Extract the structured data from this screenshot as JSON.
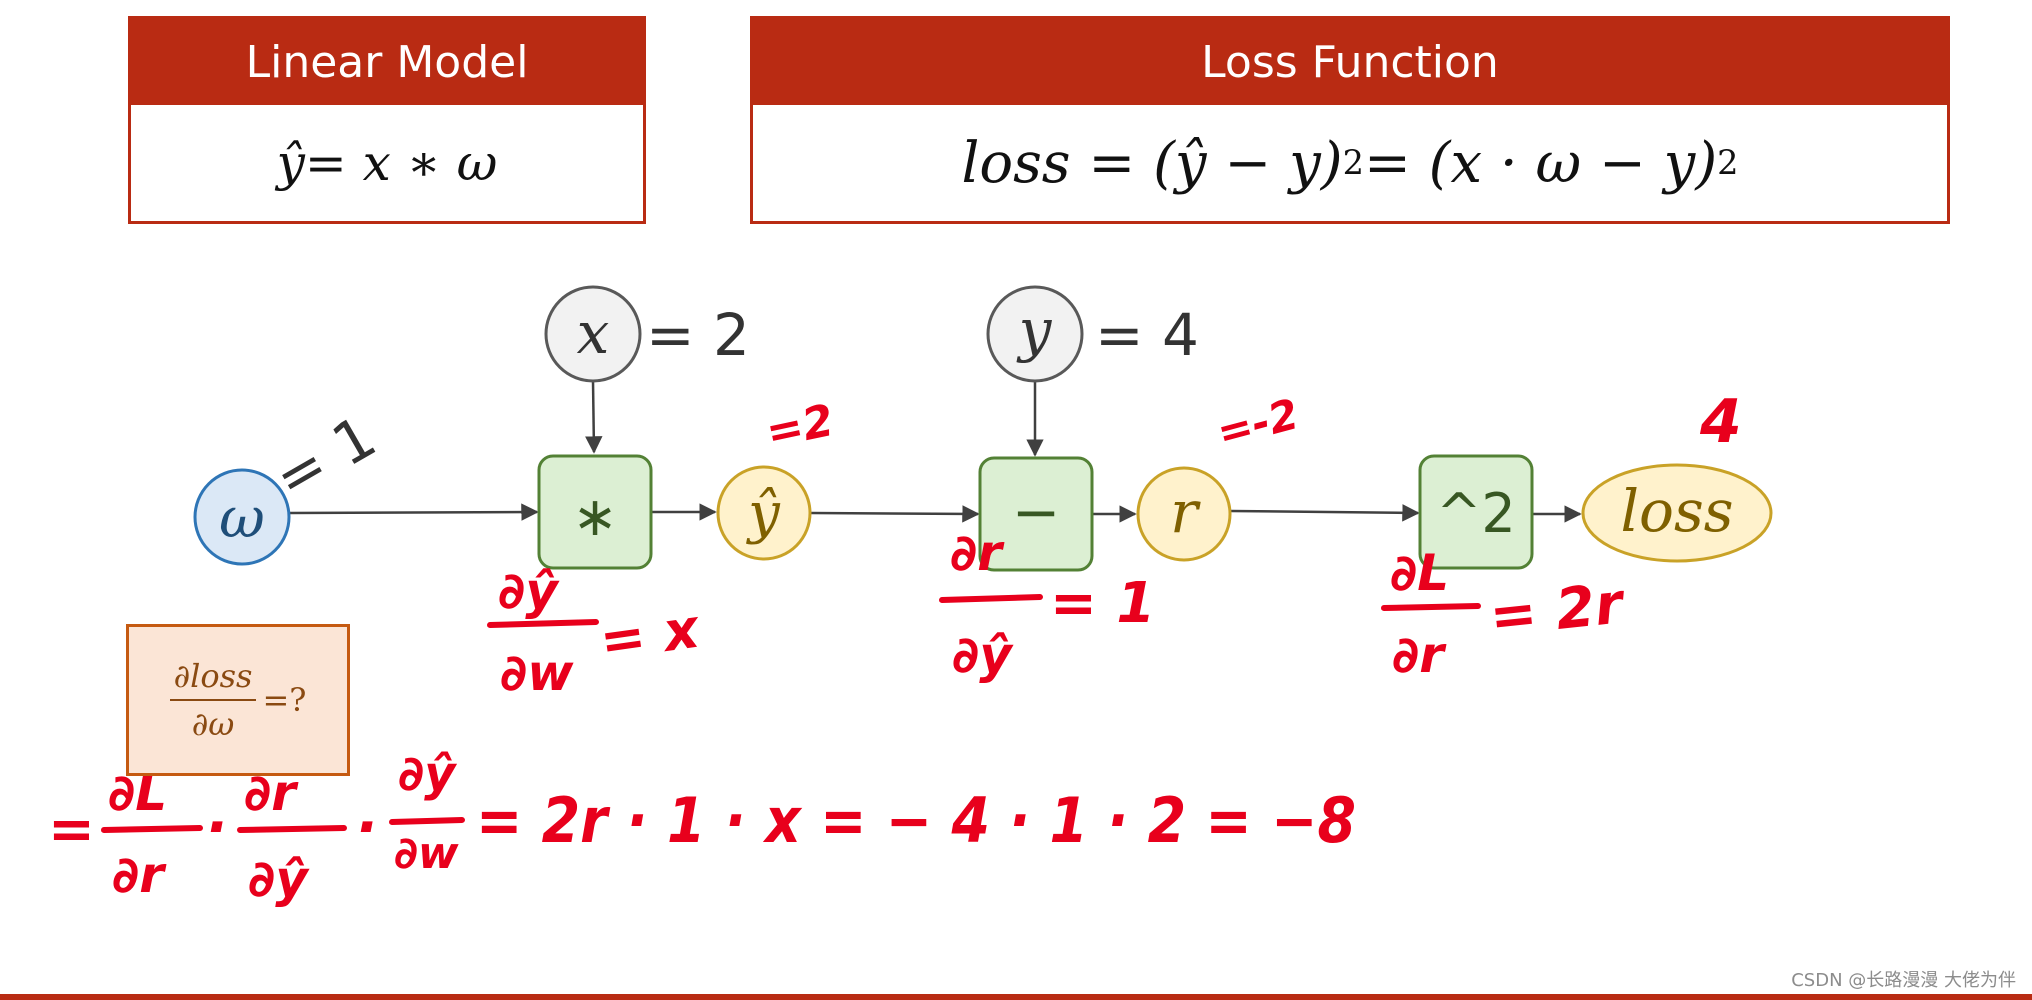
{
  "linear_model": {
    "title": "Linear Model",
    "eq_lhs": "ŷ",
    "eq_rest": " = x ∗ ω"
  },
  "loss_function": {
    "title": "Loss Function",
    "eq_a": "loss = (ŷ − y)",
    "sup_a": "2",
    "eq_b": "= (x · ω − y)",
    "sup_b": "2"
  },
  "graph": {
    "omega": {
      "label": "ω",
      "value_label": "= 1"
    },
    "x": {
      "label": "x",
      "value_label": "= 2"
    },
    "y": {
      "label": "y",
      "value_label": "= 4"
    },
    "multiply": {
      "label": "∗"
    },
    "yhat": {
      "label": "ŷ"
    },
    "subtract": {
      "label": "−"
    },
    "r": {
      "label": "r"
    },
    "square": {
      "label": "^2"
    },
    "loss": {
      "label": "loss"
    }
  },
  "question": {
    "numerator": "∂loss",
    "denominator": "∂ω",
    "suffix": "=?"
  },
  "handwriting": {
    "yhat_value": "=2",
    "r_value": "=-2",
    "loss_value": "4",
    "dyhat_dw_num": "∂ŷ",
    "dyhat_dw_den": "∂w",
    "dyhat_dw_val": "= x",
    "dr_dyhat_num": "∂r",
    "dr_dyhat_den": "∂ŷ",
    "dr_dyhat_val": "= 1",
    "dL_dr_num": "∂L",
    "dL_dr_den": "∂r",
    "dL_dr_val": "= 2r",
    "chain_prefix": "=",
    "chain_f1_num": "∂L",
    "chain_f1_den": "∂r",
    "chain_dot1": "·",
    "chain_f2_num": "∂r",
    "chain_f2_den": "∂ŷ",
    "chain_dot2": "·",
    "chain_f3_num": "∂ŷ",
    "chain_f3_den": "∂w",
    "chain_result": "= 2r · 1 · x =  − 4 · 1 · 2 = −8"
  },
  "watermark": "CSDN @长路漫漫 大佬为伴",
  "colors": {
    "header_red": "#b92b13",
    "handwriting_red": "#e8001c",
    "omega_fill": "#dbe8f6",
    "omega_stroke": "#2e75b6",
    "op_fill": "#dcefd3",
    "op_stroke": "#538135",
    "yellow_fill": "#fff2cc",
    "yellow_stroke": "#c9a227",
    "input_fill": "#f2f2f2",
    "input_stroke": "#595959",
    "question_fill": "#fbe5d6",
    "question_stroke": "#c55a11"
  }
}
